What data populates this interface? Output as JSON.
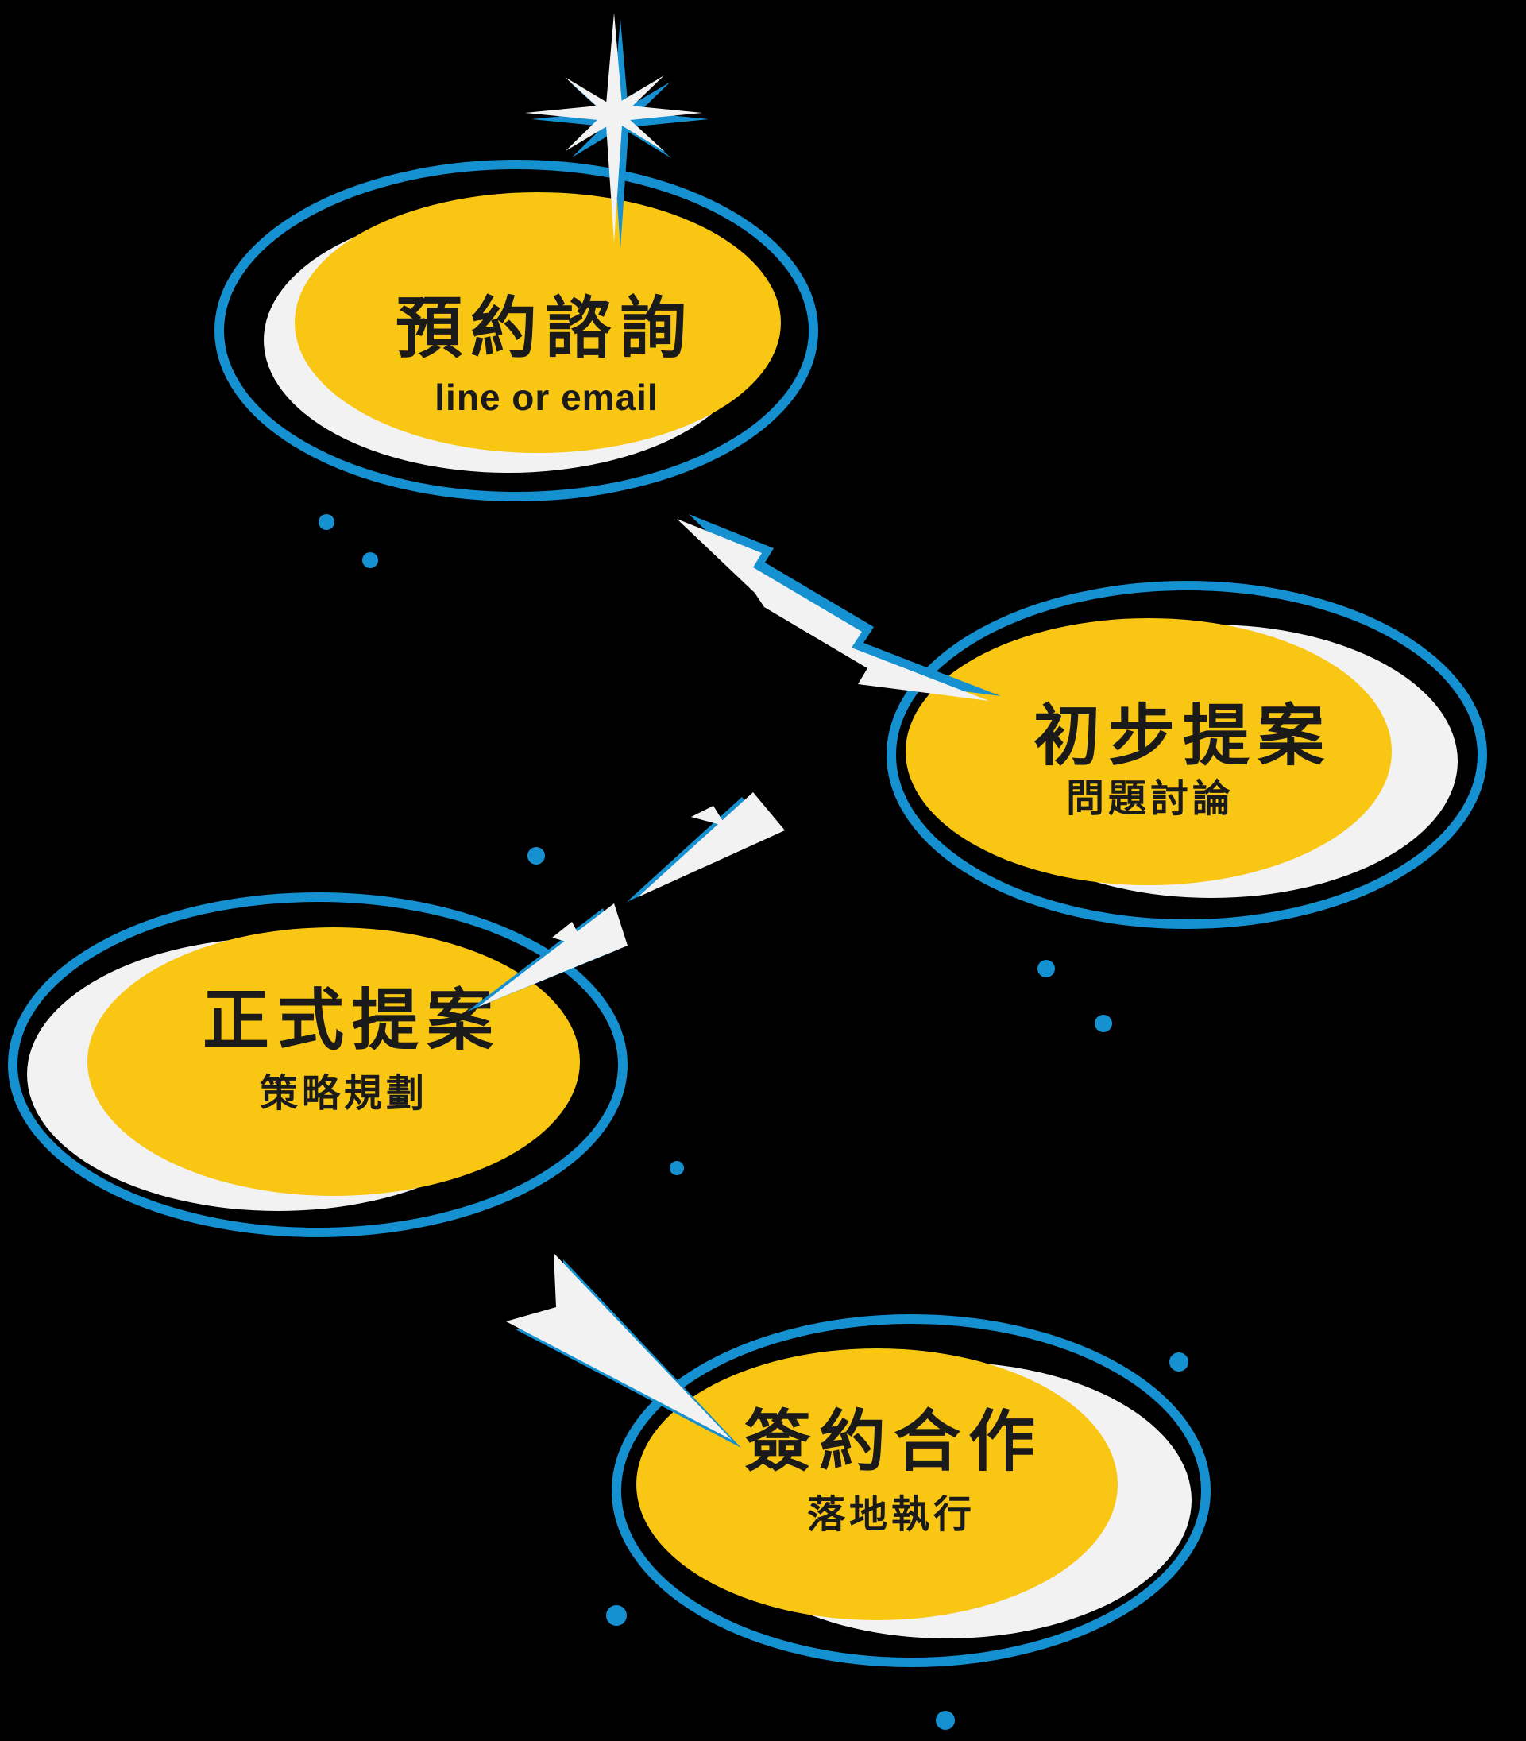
{
  "palette": {
    "blue": "#1590D0",
    "yellow": "#F8C613",
    "white": "#F2F2F2",
    "text": "#1A1A1A",
    "background": "#000000"
  },
  "steps": [
    {
      "title": "預約諮詢",
      "subtitle": "line or email"
    },
    {
      "title": "初步提案",
      "subtitle": "問題討論"
    },
    {
      "title": "正式提案",
      "subtitle": "策略規劃"
    },
    {
      "title": "簽約合作",
      "subtitle": "落地執行"
    }
  ],
  "icons": {
    "sparkle": "sparkle-star",
    "lightning": "lightning-bolt",
    "dot": "decor-dot"
  }
}
